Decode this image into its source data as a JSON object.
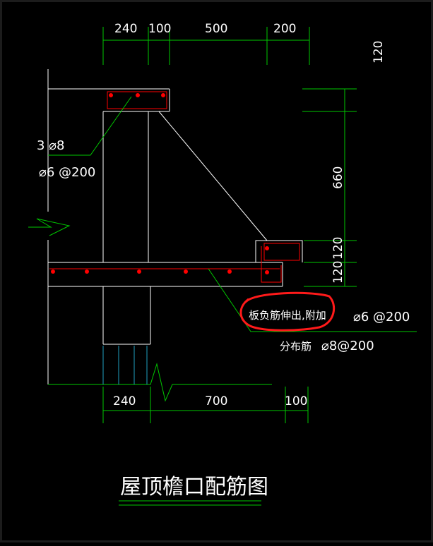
{
  "drawing": {
    "title": "屋顶檐口配筋图",
    "colors": {
      "background": "#000000",
      "outline": "#ffffff",
      "dimension": "#00c800",
      "rebar": "#ff0000",
      "leader": "#00c800",
      "hatch": "#20a0c0",
      "highlight": "#ff1a1a",
      "text": "#ffffff"
    },
    "top_dimensions": [
      "240",
      "100",
      "500",
      "200"
    ],
    "bottom_dimensions": [
      "240",
      "700",
      "100"
    ],
    "right_dimensions": {
      "top": "120",
      "height": "660",
      "mid": "120",
      "bottom": "120"
    },
    "annotations": {
      "beam_bars": "3 ⌀8",
      "stirrup": "⌀6 @200",
      "slab_note": "板负筋伸出,附加",
      "slab_bar": "⌀6 @200",
      "distribution_label": "分布筋",
      "distribution_bar": "⌀8@200"
    }
  }
}
